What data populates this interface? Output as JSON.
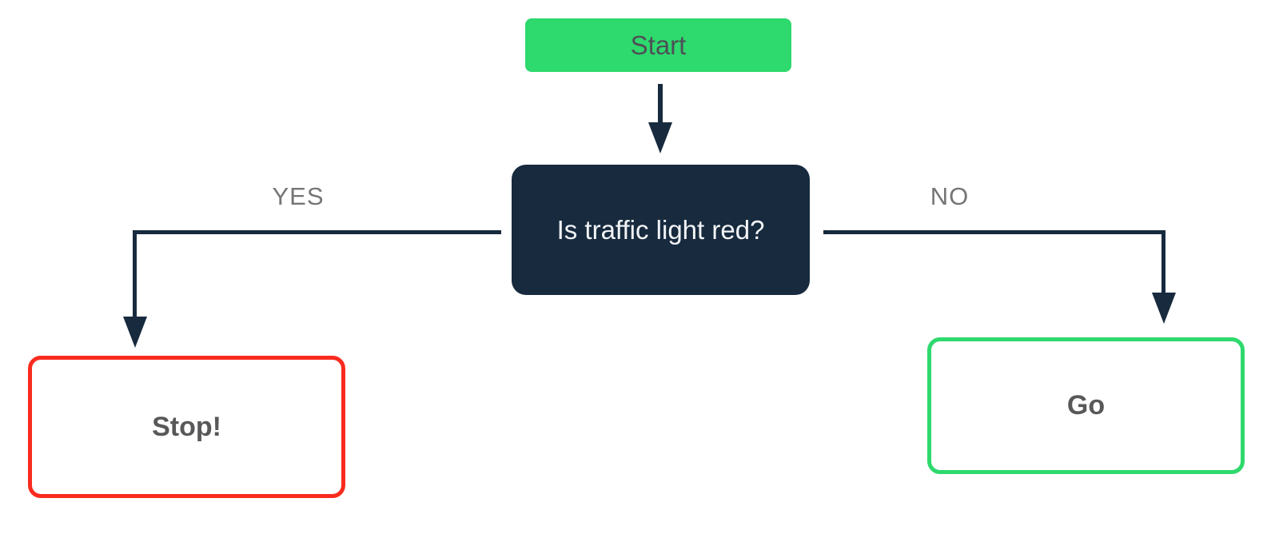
{
  "flowchart": {
    "nodes": [
      {
        "id": "start",
        "type": "start",
        "label": "Start",
        "fill": "#2ed96d",
        "text_color": "#4d5156"
      },
      {
        "id": "decision",
        "type": "decision",
        "label": "Is traffic light red?",
        "fill": "#172a3e",
        "text_color": "#f2f4f6"
      },
      {
        "id": "stop",
        "type": "terminal",
        "label": "Stop!",
        "border_color": "#f92b1e",
        "fill": "#ffffff",
        "text_color": "#58585a"
      },
      {
        "id": "go",
        "type": "terminal",
        "label": "Go",
        "border_color": "#2ed96d",
        "fill": "#ffffff",
        "text_color": "#58585a"
      }
    ],
    "edges": [
      {
        "from": "start",
        "to": "decision",
        "label": ""
      },
      {
        "from": "decision",
        "to": "stop",
        "label": "YES"
      },
      {
        "from": "decision",
        "to": "go",
        "label": "NO"
      }
    ],
    "connector_color": "#172a3e",
    "edge_label_color": "#757575",
    "background": "#ffffff"
  }
}
